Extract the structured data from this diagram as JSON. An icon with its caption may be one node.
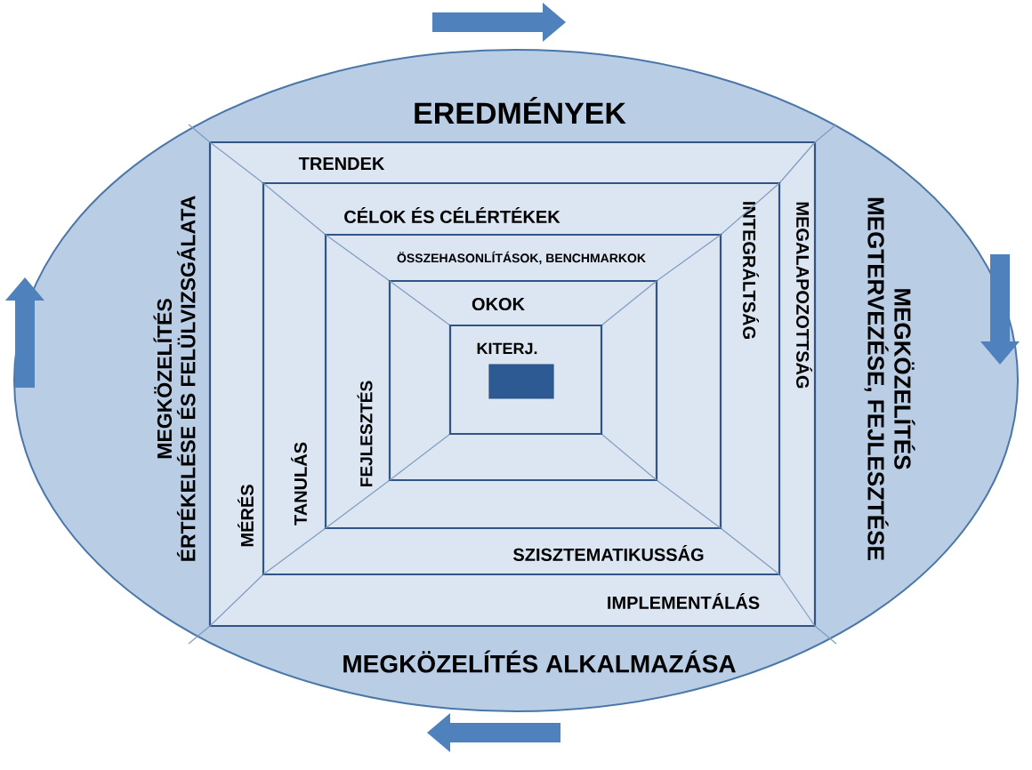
{
  "diagram": {
    "nodes": [
      {
        "text": [
          "EREDMÉNYEK",
          "MEGKÖZELÍTÉS MEGTERVEZÉSE, FEJLESZTÉSE",
          "MEGKÖZELÍTÉS ALKALMAZÁSA",
          "MEGKÖZELÍTÉS ÉRTÉKELÉSE ÉS FELÜLVIZSGÁLATA"
        ]
      },
      {
        "text": [
          "TRENDEK",
          "MEGALAPOZOTTSÁG",
          "IMPLEMENTÁLÁS",
          "MÉRÉS"
        ],
        "in": 0
      },
      {
        "text": [
          "CÉLOK ÉS CÉLÉRTÉKEK",
          "INTEGRÁLTSÁG",
          "SZISZTEMATIKUSSÁG",
          "TANULÁS"
        ],
        "in": 1
      },
      {
        "text": [
          "ÖSSZEHASONLÍTÁSOK, BENCHMARKOK",
          "FEJLESZTÉS"
        ],
        "in": 2
      },
      {
        "text": [
          "OKOK"
        ],
        "in": 3
      },
      {
        "text": [
          "KITERJ."
        ],
        "in": 4
      },
      {
        "text": [],
        "shape": "box",
        "in": 5
      }
    ]
  }
}
